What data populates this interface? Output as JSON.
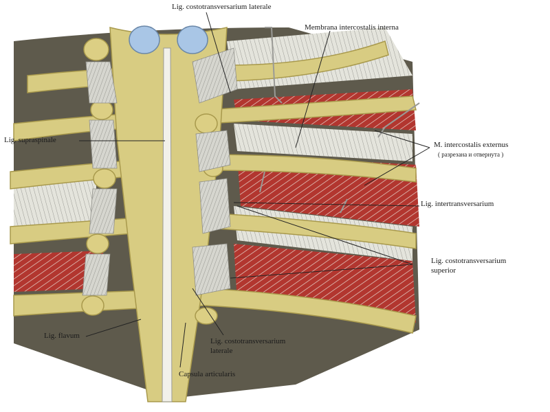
{
  "labels": {
    "lig_costotransversarium_laterale_top": "Lig. costotransversarium laterale",
    "membrana_intercostalis_interna": "Membrana intercostalis interna",
    "lig_supraspinale": "Lig. supraspinale",
    "m_intercostalis_externus": "M. intercostalis externus",
    "m_intercostalis_externus_note": "( разрезана и отвернута )",
    "lig_intertransversarium": "Lig. intertransversarium",
    "lig_costotransversarium_superior_1": "Lig. costotransversarium",
    "lig_costotransversarium_superior_2": "superior",
    "lig_flavum": "Lig. flavum",
    "lig_costotransversarium_laterale_bottom_1": "Lig. costotransversarium",
    "lig_costotransversarium_laterale_bottom_2": "laterale",
    "capsula_articularis": "Capsula articularis"
  },
  "colors": {
    "bone": "#d8cc82",
    "bone_shadow": "#b8a95c",
    "ligament": "#c9c9c2",
    "muscle": "#b2362f",
    "cartilage": "#a9c6e6",
    "membrane": "#d9d9d2",
    "leader": "#222222"
  }
}
